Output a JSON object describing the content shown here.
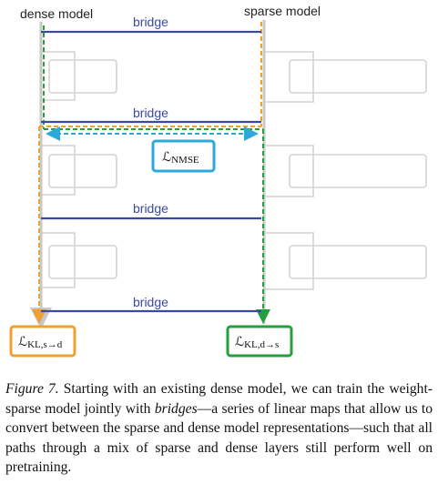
{
  "figure": {
    "dense_title": "dense model",
    "sparse_title": "sparse model",
    "bridge_label": "bridge",
    "losses": {
      "nmse": {
        "script": "ℒ",
        "sub": "NMSE"
      },
      "kl_dense": {
        "script": "ℒ",
        "sub": "KL,s→d"
      },
      "kl_sparse": {
        "script": "ℒ",
        "sub": "KL,d→s"
      }
    },
    "colors": {
      "bridge": "#3b4aa0",
      "nmse_box": "#2ea8d8",
      "kl_dense_box": "#f0a030",
      "kl_sparse_box": "#22a03c",
      "orange_path": "#f0a030",
      "green_path": "#22a03c",
      "blue_arrow": "#2ea8d8",
      "ghost_block": "#d0d0d0"
    }
  },
  "caption": {
    "label": "Figure 7.",
    "text_1": " Starting with an existing dense model, we can train the weight-sparse model jointly with ",
    "emph": "bridges",
    "text_2": "—a series of linear maps that allow us to convert between the sparse and dense model representations—such that all paths through a mix of sparse and dense layers still perform well on pretraining."
  }
}
